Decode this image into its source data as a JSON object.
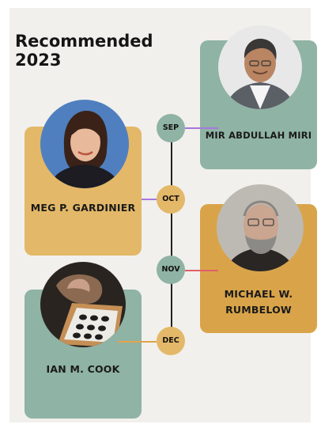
{
  "title": {
    "line1": "Recommended",
    "line2": "2023"
  },
  "colors": {
    "sage": "#8fb3a4",
    "mustard": "#e3b868",
    "ochre": "#d9a449",
    "purple_line": "#a678de",
    "red_line": "#e0606a",
    "orange_line": "#e3a34c",
    "timeline": "#222222"
  },
  "timeline": {
    "months": [
      "SEP",
      "OCT",
      "NOV",
      "DEC"
    ]
  },
  "people": [
    {
      "name": "MIR ABDULLAH MIRI",
      "month": "SEP"
    },
    {
      "name": "MEG P. GARDINIER",
      "month": "OCT"
    },
    {
      "name_line1": "MICHAEL W.",
      "name_line2": "RUMBELOW",
      "month": "NOV"
    },
    {
      "name": "IAN M. COOK",
      "month": "DEC"
    }
  ]
}
